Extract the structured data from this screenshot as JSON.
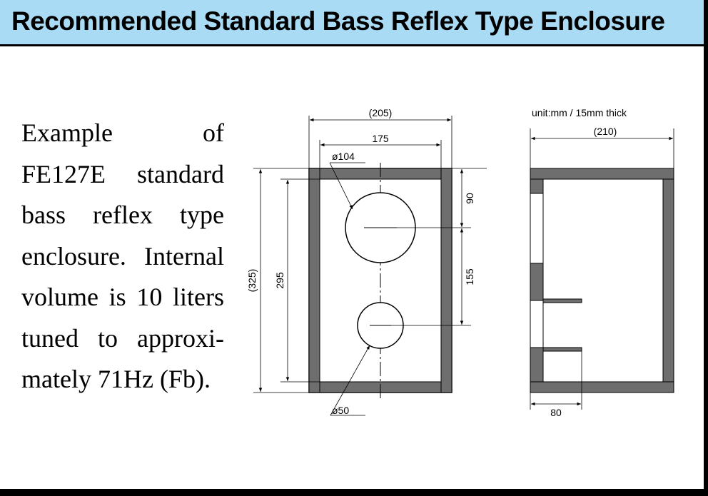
{
  "header": {
    "title": "Recommended Standard Bass Reflex Type Enclosure"
  },
  "description": {
    "lines": [
      "Example of",
      "FE127E standard",
      "bass reflex type",
      "enclosure. Internal",
      "volume is 10 liters",
      "tuned to approxi-",
      "mately 71Hz (Fb)."
    ]
  },
  "front_view": {
    "outer_width_label": "(205)",
    "inner_width_label": "175",
    "outer_height_label": "(325)",
    "inner_height_label": "295",
    "woofer_diameter_label": "ø104",
    "port_diameter_label": "ø50",
    "top_offset_label": "90",
    "center_spacing_label": "155"
  },
  "side_view": {
    "unit_label": "unit:mm / 15mm thick",
    "depth_label": "(210)",
    "port_length_label": "80"
  },
  "colors": {
    "header_bg": "#a9dbf4",
    "panel_fill": "#6e6e6e",
    "border": "#000000"
  }
}
